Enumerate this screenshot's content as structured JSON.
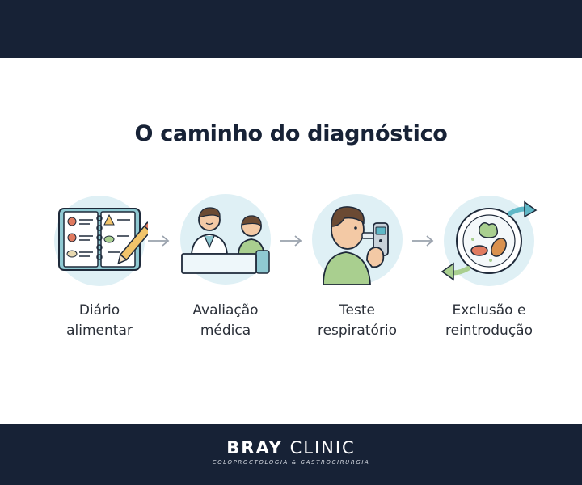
{
  "title": "O caminho do diagnóstico",
  "steps": [
    {
      "line1": "Diário",
      "line2": "alimentar",
      "icon": "food-diary-icon"
    },
    {
      "line1": "Avaliação",
      "line2": "médica",
      "icon": "doctor-consultation-icon"
    },
    {
      "line1": "Teste",
      "line2": "respiratório",
      "icon": "breath-test-icon"
    },
    {
      "line1": "Exclusão e",
      "line2": "reintrodução",
      "icon": "food-cycle-icon"
    }
  ],
  "brand": {
    "name_bold": "BRAY",
    "name_light": "CLINIC",
    "tagline": "COLOPROCTOLOGIA & GASTROCIRURGIA"
  },
  "colors": {
    "navy": "#172236",
    "circle": "#dff0f5",
    "accent_green": "#a9cf8f",
    "accent_teal": "#5fb8c7"
  }
}
